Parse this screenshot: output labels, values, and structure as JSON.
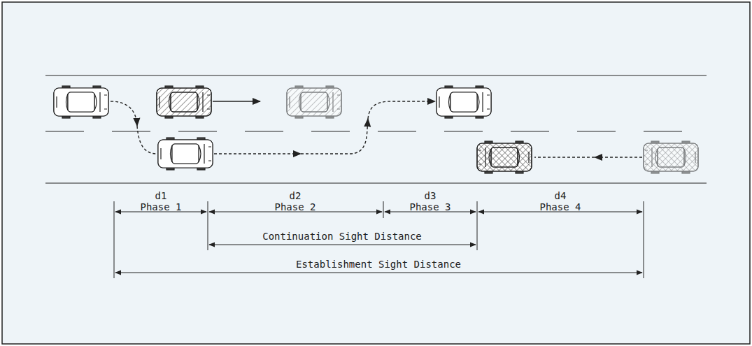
{
  "diagram": {
    "labels": [
      "d1",
      "Phase 1",
      "d2",
      "Phase 2",
      "d3",
      "Phase 3",
      "d4",
      "Phase 4",
      "Continuation Sight Distance",
      "Establishment Sight Distance"
    ]
  }
}
